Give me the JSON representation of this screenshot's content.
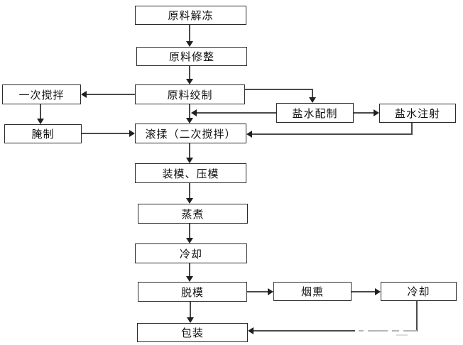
{
  "diagram": {
    "type": "flowchart",
    "background_color": "#ffffff",
    "line_color": "#4a4a4a",
    "box_border_color": "#2b2b2b",
    "text_color": "#111111",
    "nodes": [
      {
        "id": "thaw",
        "label": "原料解冻"
      },
      {
        "id": "trim",
        "label": "原料修整"
      },
      {
        "id": "grind",
        "label": "原料绞制"
      },
      {
        "id": "first-mix",
        "label": "一次搅拌"
      },
      {
        "id": "cure",
        "label": "腌制"
      },
      {
        "id": "brine-prep",
        "label": "盐水配制"
      },
      {
        "id": "brine-inject",
        "label": "盐水注射"
      },
      {
        "id": "tumble",
        "label": "滚揉（二次搅拌）"
      },
      {
        "id": "mold-press",
        "label": "装模、压模"
      },
      {
        "id": "steam",
        "label": "蒸煮"
      },
      {
        "id": "cool-1",
        "label": "冷却"
      },
      {
        "id": "demold",
        "label": "脱模"
      },
      {
        "id": "smoke",
        "label": "烟熏"
      },
      {
        "id": "cool-2",
        "label": "冷却"
      },
      {
        "id": "pack",
        "label": "包装"
      }
    ],
    "edges": [
      {
        "from": "thaw",
        "to": "trim"
      },
      {
        "from": "trim",
        "to": "grind"
      },
      {
        "from": "grind",
        "to": "first-mix"
      },
      {
        "from": "first-mix",
        "to": "cure"
      },
      {
        "from": "cure",
        "to": "tumble"
      },
      {
        "from": "grind",
        "to": "tumble"
      },
      {
        "from": "grind",
        "to": "brine-prep"
      },
      {
        "from": "brine-prep",
        "to": "tumble"
      },
      {
        "from": "brine-prep",
        "to": "brine-inject"
      },
      {
        "from": "brine-inject",
        "to": "tumble"
      },
      {
        "from": "tumble",
        "to": "mold-press"
      },
      {
        "from": "mold-press",
        "to": "steam"
      },
      {
        "from": "steam",
        "to": "cool-1"
      },
      {
        "from": "cool-1",
        "to": "demold"
      },
      {
        "from": "demold",
        "to": "smoke"
      },
      {
        "from": "demold",
        "to": "pack"
      },
      {
        "from": "smoke",
        "to": "cool-2"
      },
      {
        "from": "cool-2",
        "to": "pack"
      }
    ]
  }
}
